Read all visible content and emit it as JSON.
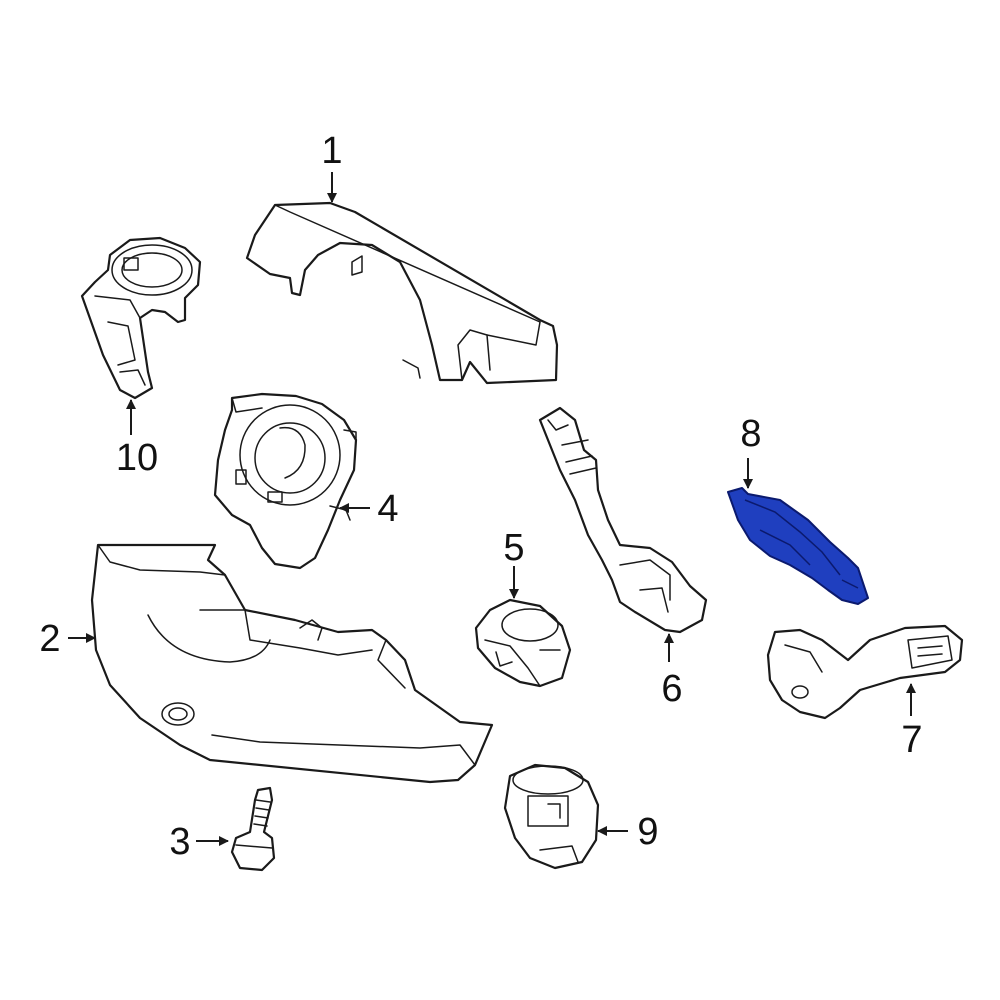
{
  "colors": {
    "line": "#1a1a1a",
    "highlight_fill": "#1f3fbf",
    "highlight_stroke": "#0b1a6e",
    "background": "#ffffff"
  },
  "highlighted_part": "8",
  "callouts": [
    {
      "id": "c1",
      "label": "1"
    },
    {
      "id": "c2",
      "label": "2"
    },
    {
      "id": "c3",
      "label": "3"
    },
    {
      "id": "c4",
      "label": "4"
    },
    {
      "id": "c5",
      "label": "5"
    },
    {
      "id": "c6",
      "label": "6"
    },
    {
      "id": "c7",
      "label": "7"
    },
    {
      "id": "c8",
      "label": "8"
    },
    {
      "id": "c9",
      "label": "9"
    },
    {
      "id": "c10",
      "label": "10"
    }
  ]
}
